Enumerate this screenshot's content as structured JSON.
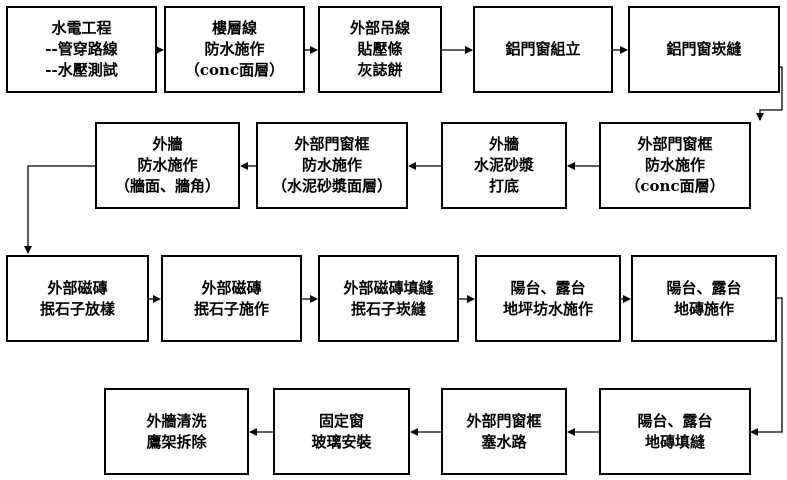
{
  "diagram": {
    "nodes": [
      {
        "id": "n1",
        "lines": [
          "水電工程",
          "--管穿路線",
          "--水壓測試"
        ]
      },
      {
        "id": "n2",
        "lines": [
          "樓層線",
          "防水施作",
          "（conc面層）"
        ]
      },
      {
        "id": "n3",
        "lines": [
          "外部吊線",
          "貼壓條",
          "灰誌餅"
        ]
      },
      {
        "id": "n4",
        "lines": [
          "鋁門窗組立"
        ]
      },
      {
        "id": "n5",
        "lines": [
          "鋁門窗崁縫"
        ]
      },
      {
        "id": "n6",
        "lines": [
          "外部門窗框",
          "防水施作",
          "（conc面層）"
        ]
      },
      {
        "id": "n7",
        "lines": [
          "外牆",
          "水泥砂漿",
          "打底"
        ]
      },
      {
        "id": "n8",
        "lines": [
          "外部門窗框",
          "防水施作",
          "（水泥砂漿面層）"
        ]
      },
      {
        "id": "n9",
        "lines": [
          "外牆",
          "防水施作",
          "（牆面、牆角）"
        ]
      },
      {
        "id": "n10",
        "lines": [
          "外部磁磚",
          "抿石子放樣"
        ]
      },
      {
        "id": "n11",
        "lines": [
          "外部磁磚",
          "抿石子施作"
        ]
      },
      {
        "id": "n12",
        "lines": [
          "外部磁磚填縫",
          "抿石子崁縫"
        ]
      },
      {
        "id": "n13",
        "lines": [
          "陽台、露台",
          "地坪坊水施作"
        ]
      },
      {
        "id": "n14",
        "lines": [
          "陽台、露台",
          "地磚施作"
        ]
      },
      {
        "id": "n15",
        "lines": [
          "陽台、露台",
          "地磚填縫"
        ]
      },
      {
        "id": "n16",
        "lines": [
          "外部門窗框",
          "塞水路"
        ]
      },
      {
        "id": "n17",
        "lines": [
          "固定窗",
          "玻璃安裝"
        ]
      },
      {
        "id": "n18",
        "lines": [
          "外牆清洗",
          "鷹架拆除"
        ]
      }
    ],
    "edges": [
      [
        "n1",
        "n2"
      ],
      [
        "n2",
        "n3"
      ],
      [
        "n3",
        "n4"
      ],
      [
        "n4",
        "n5"
      ],
      [
        "n5",
        "n6"
      ],
      [
        "n6",
        "n7"
      ],
      [
        "n7",
        "n8"
      ],
      [
        "n8",
        "n9"
      ],
      [
        "n9",
        "n10"
      ],
      [
        "n10",
        "n11"
      ],
      [
        "n11",
        "n12"
      ],
      [
        "n12",
        "n13"
      ],
      [
        "n13",
        "n14"
      ],
      [
        "n14",
        "n15"
      ],
      [
        "n15",
        "n16"
      ],
      [
        "n16",
        "n17"
      ],
      [
        "n17",
        "n18"
      ]
    ]
  }
}
